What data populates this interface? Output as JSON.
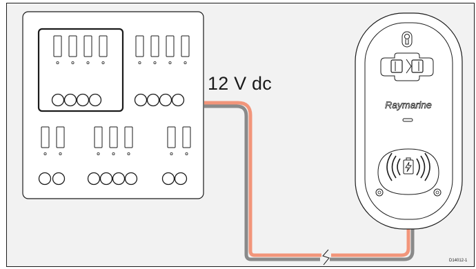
{
  "labels": {
    "supply": "12 V dc",
    "brand": "Raymarine",
    "figure_id": "D14012-1"
  },
  "colors": {
    "background": "#f2f2f2",
    "stroke": "#1a1a1a",
    "panel_fill": "#ffffff",
    "cable_positive": "#f2957a",
    "cable_negative": "#8a8a8a"
  },
  "icons": {
    "charging": "battery-bolt-icon",
    "wireless": "wireless-waves-icon"
  }
}
